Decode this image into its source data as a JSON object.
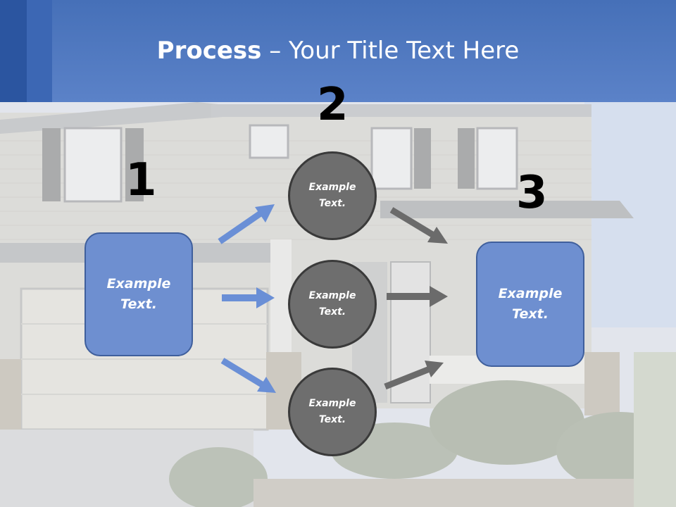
{
  "title": {
    "bold": "Process",
    "dash": " – ",
    "rest": "Your Title Text Here"
  },
  "steps": [
    {
      "number": "1",
      "text": "Example\nText."
    },
    {
      "number": "2",
      "items": [
        "Example\nText.",
        "Example\nText.",
        "Example\nText."
      ]
    },
    {
      "number": "3",
      "text": "Example\nText."
    }
  ],
  "colors": {
    "title_band": "#5b82c8",
    "box_fill": "#6e8fd0",
    "circle_fill": "#6e6e6e",
    "blue_arrow": "#6a8fd6",
    "gray_arrow": "#6b6b6b"
  }
}
